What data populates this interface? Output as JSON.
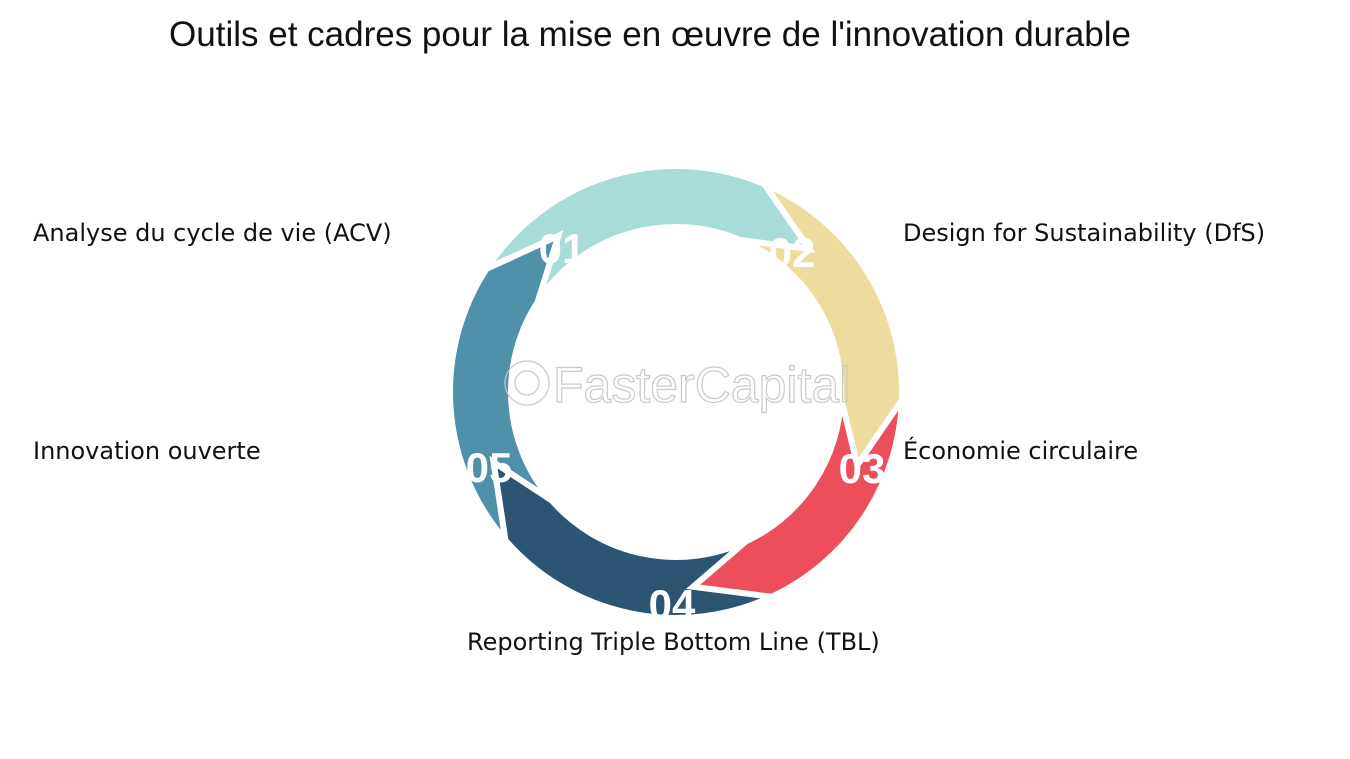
{
  "title": "Outils et cadres pour la mise en œuvre de l'innovation durable",
  "watermark": "FasterCapital",
  "steps": [
    {
      "number": "01",
      "label": "Analyse du cycle de vie (ACV)",
      "color": "#a8dcd9"
    },
    {
      "number": "02",
      "label": "Design for Sustainability (DfS)",
      "color": "#ecdc9e"
    },
    {
      "number": "03",
      "label": "Économie circulaire",
      "color": "#ec4e5a"
    },
    {
      "number": "04",
      "label": "Reporting Triple Bottom Line (TBL)",
      "color": "#2c5573"
    },
    {
      "number": "05",
      "label": "Innovation ouverte",
      "color": "#4f90ab"
    }
  ]
}
